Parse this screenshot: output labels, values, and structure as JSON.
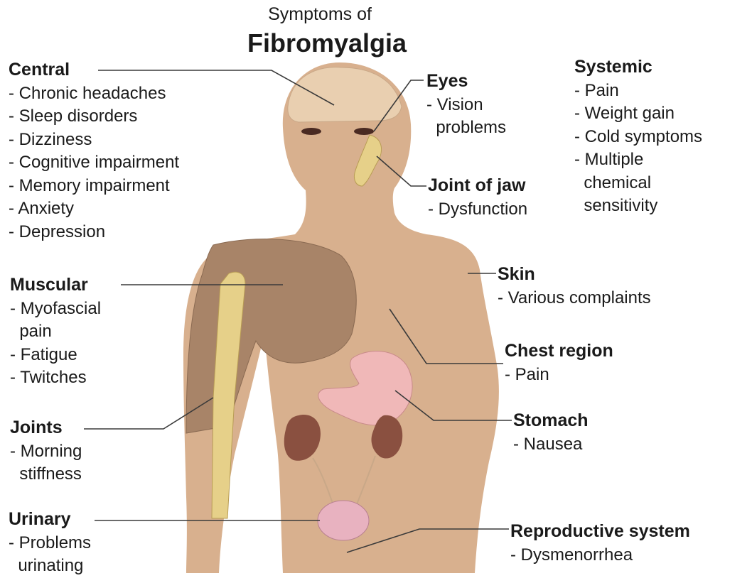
{
  "title": {
    "pre": "Symptoms of",
    "main": "Fibromyalgia"
  },
  "groups": {
    "central": {
      "heading": "Central",
      "items": [
        "- Chronic headaches",
        "- Sleep disorders",
        "- Dizziness",
        "- Cognitive impairment",
        "- Memory impairment",
        "- Anxiety",
        "- Depression"
      ]
    },
    "muscular": {
      "heading": "Muscular",
      "items": [
        "- Myofascial",
        "  pain",
        "- Fatigue",
        "- Twitches"
      ]
    },
    "joints": {
      "heading": "Joints",
      "items": [
        "- Morning",
        "  stiffness"
      ]
    },
    "urinary": {
      "heading": "Urinary",
      "items": [
        "- Problems",
        "  urinating"
      ]
    },
    "eyes": {
      "heading": "Eyes",
      "items": [
        "- Vision",
        "  problems"
      ]
    },
    "jaw": {
      "heading": "Joint of jaw",
      "items": [
        "- Dysfunction"
      ]
    },
    "systemic": {
      "heading": "Systemic",
      "items": [
        "- Pain",
        "- Weight gain",
        "- Cold symptoms",
        "- Multiple",
        "  chemical",
        "  sensitivity"
      ]
    },
    "skin": {
      "heading": "Skin",
      "items": [
        "- Various complaints"
      ]
    },
    "chest": {
      "heading": "Chest region",
      "items": [
        "- Pain"
      ]
    },
    "stomach": {
      "heading": "Stomach",
      "items": [
        "- Nausea"
      ]
    },
    "reproductive": {
      "heading": "Reproductive system",
      "items": [
        "- Dysmenorrhea"
      ]
    }
  },
  "colors": {
    "skin": "#d8b08e",
    "brain": "#e9cfb0",
    "muscle": "#a88468",
    "bone": "#e6d089",
    "kidney": "#8a5040",
    "stomach": "#f0b8b8",
    "bladder": "#e8b2c0",
    "line": "#3a3a3a"
  }
}
